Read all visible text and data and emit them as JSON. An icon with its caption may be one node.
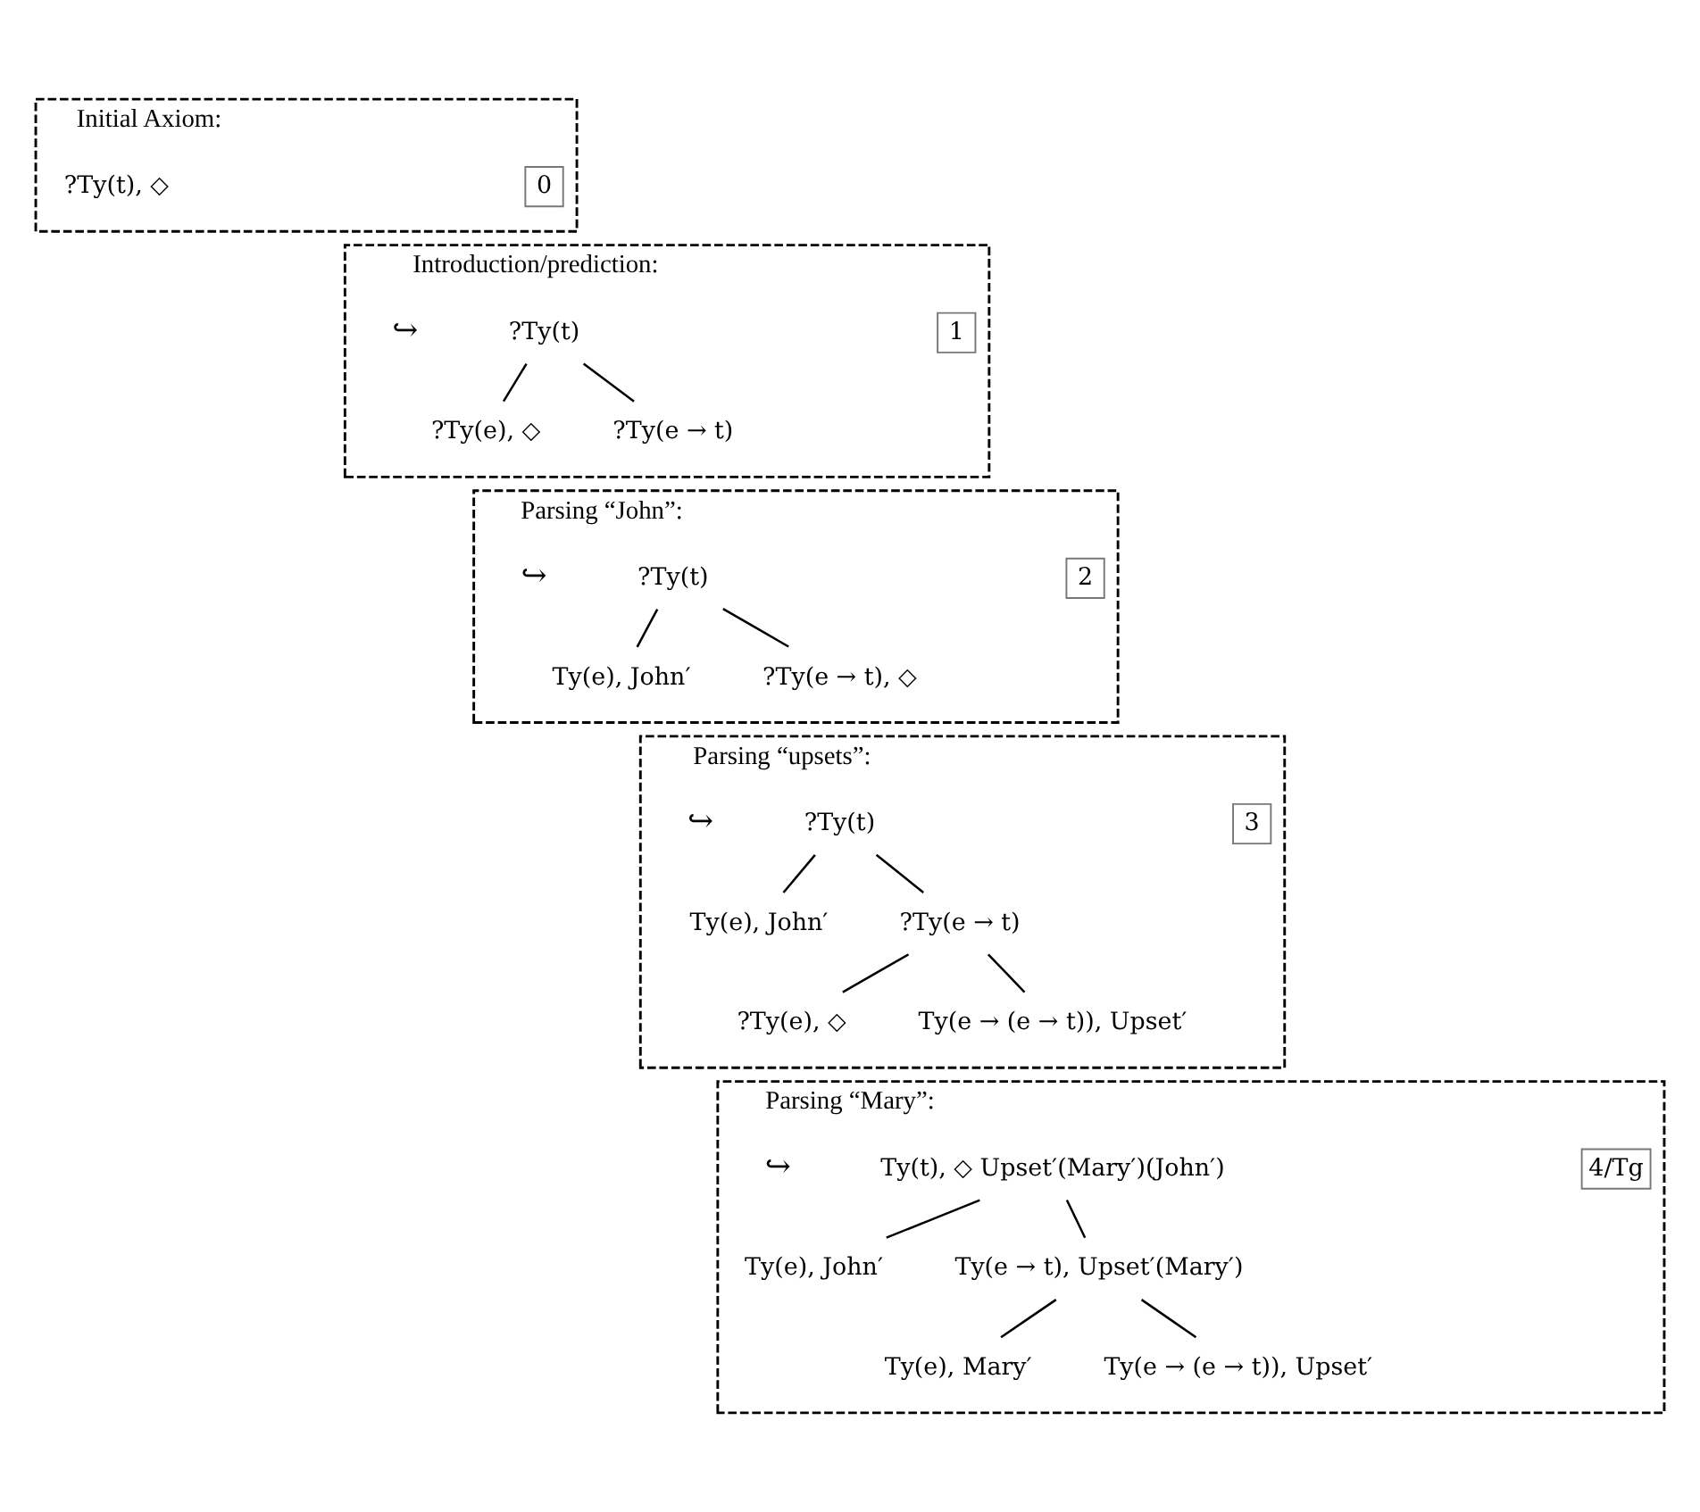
{
  "diagram": {
    "nodes": [
      {
        "text": [
          "Initial Axiom:"
        ]
      },
      {
        "text": [
          "?Ty(t), ◇"
        ],
        "in": 0
      },
      {
        "text": [
          "0"
        ],
        "in": 0
      },
      {
        "text": [
          "Introduction/prediction:"
        ],
        "beside": [
          "↪"
        ]
      },
      {
        "text": [
          "?Ty(t)"
        ],
        "in": 3
      },
      {
        "text": [
          "1"
        ],
        "in": 3
      },
      {
        "text": [
          "?Ty(e), ◇"
        ],
        "in": 3
      },
      {
        "text": [
          "?Ty(e → t)"
        ],
        "in": 3
      },
      {
        "text": [
          "Parsing “John”:"
        ],
        "beside": [
          "↪"
        ]
      },
      {
        "text": [
          "?Ty(t)"
        ],
        "in": 8
      },
      {
        "text": [
          "2"
        ],
        "in": 8
      },
      {
        "text": [
          "Ty(e), John′"
        ],
        "in": 8
      },
      {
        "text": [
          "?Ty(e → t), ◇"
        ],
        "in": 8
      },
      {
        "text": [
          "Parsing “upsets”:"
        ],
        "beside": [
          "↪"
        ]
      },
      {
        "text": [
          "?Ty(t)"
        ],
        "in": 13
      },
      {
        "text": [
          "Ty(e), John′"
        ],
        "in": 13
      },
      {
        "text": [
          "?Ty(e → t)"
        ],
        "in": 13
      },
      {
        "text": [
          "3"
        ],
        "in": 13
      },
      {
        "text": [
          "?Ty(e), ◇"
        ],
        "in": 13
      },
      {
        "text": [
          "Ty(e → (e → t)), Upset′"
        ],
        "in": 13
      },
      {
        "text": [
          "Parsing “Mary”:"
        ],
        "beside": [
          "↪"
        ]
      },
      {
        "text": [
          "Ty(t), ◇ Upset′(Mary′)(John′)"
        ],
        "in": 20
      },
      {
        "text": [
          "Ty(e), John′"
        ],
        "in": 20
      },
      {
        "text": [
          "Ty(e → t), Upset′(Mary′)"
        ],
        "in": 20
      },
      {
        "text": [
          "4/Tg"
        ],
        "in": 20
      },
      {
        "text": [
          "Ty(e), Mary′"
        ],
        "in": 20
      },
      {
        "text": [
          "Ty(e → (e → t)), Upset′"
        ],
        "in": 20
      }
    ],
    "edges": [
      {
        "from": 4,
        "to": 6,
        "arrow": "none"
      },
      {
        "from": 4,
        "to": 7,
        "arrow": "none"
      },
      {
        "from": 9,
        "to": 11,
        "arrow": "none"
      },
      {
        "from": 9,
        "to": 12,
        "arrow": "none"
      },
      {
        "from": 14,
        "to": 15,
        "arrow": "none"
      },
      {
        "from": 14,
        "to": 16,
        "arrow": "none"
      },
      {
        "from": 16,
        "to": 18,
        "arrow": "none"
      },
      {
        "from": 16,
        "to": 19,
        "arrow": "none"
      },
      {
        "from": 21,
        "to": 22,
        "arrow": "none"
      },
      {
        "from": 21,
        "to": 23,
        "arrow": "none"
      },
      {
        "from": 23,
        "to": 25,
        "arrow": "none"
      },
      {
        "from": 23,
        "to": 26,
        "arrow": "none"
      }
    ]
  }
}
